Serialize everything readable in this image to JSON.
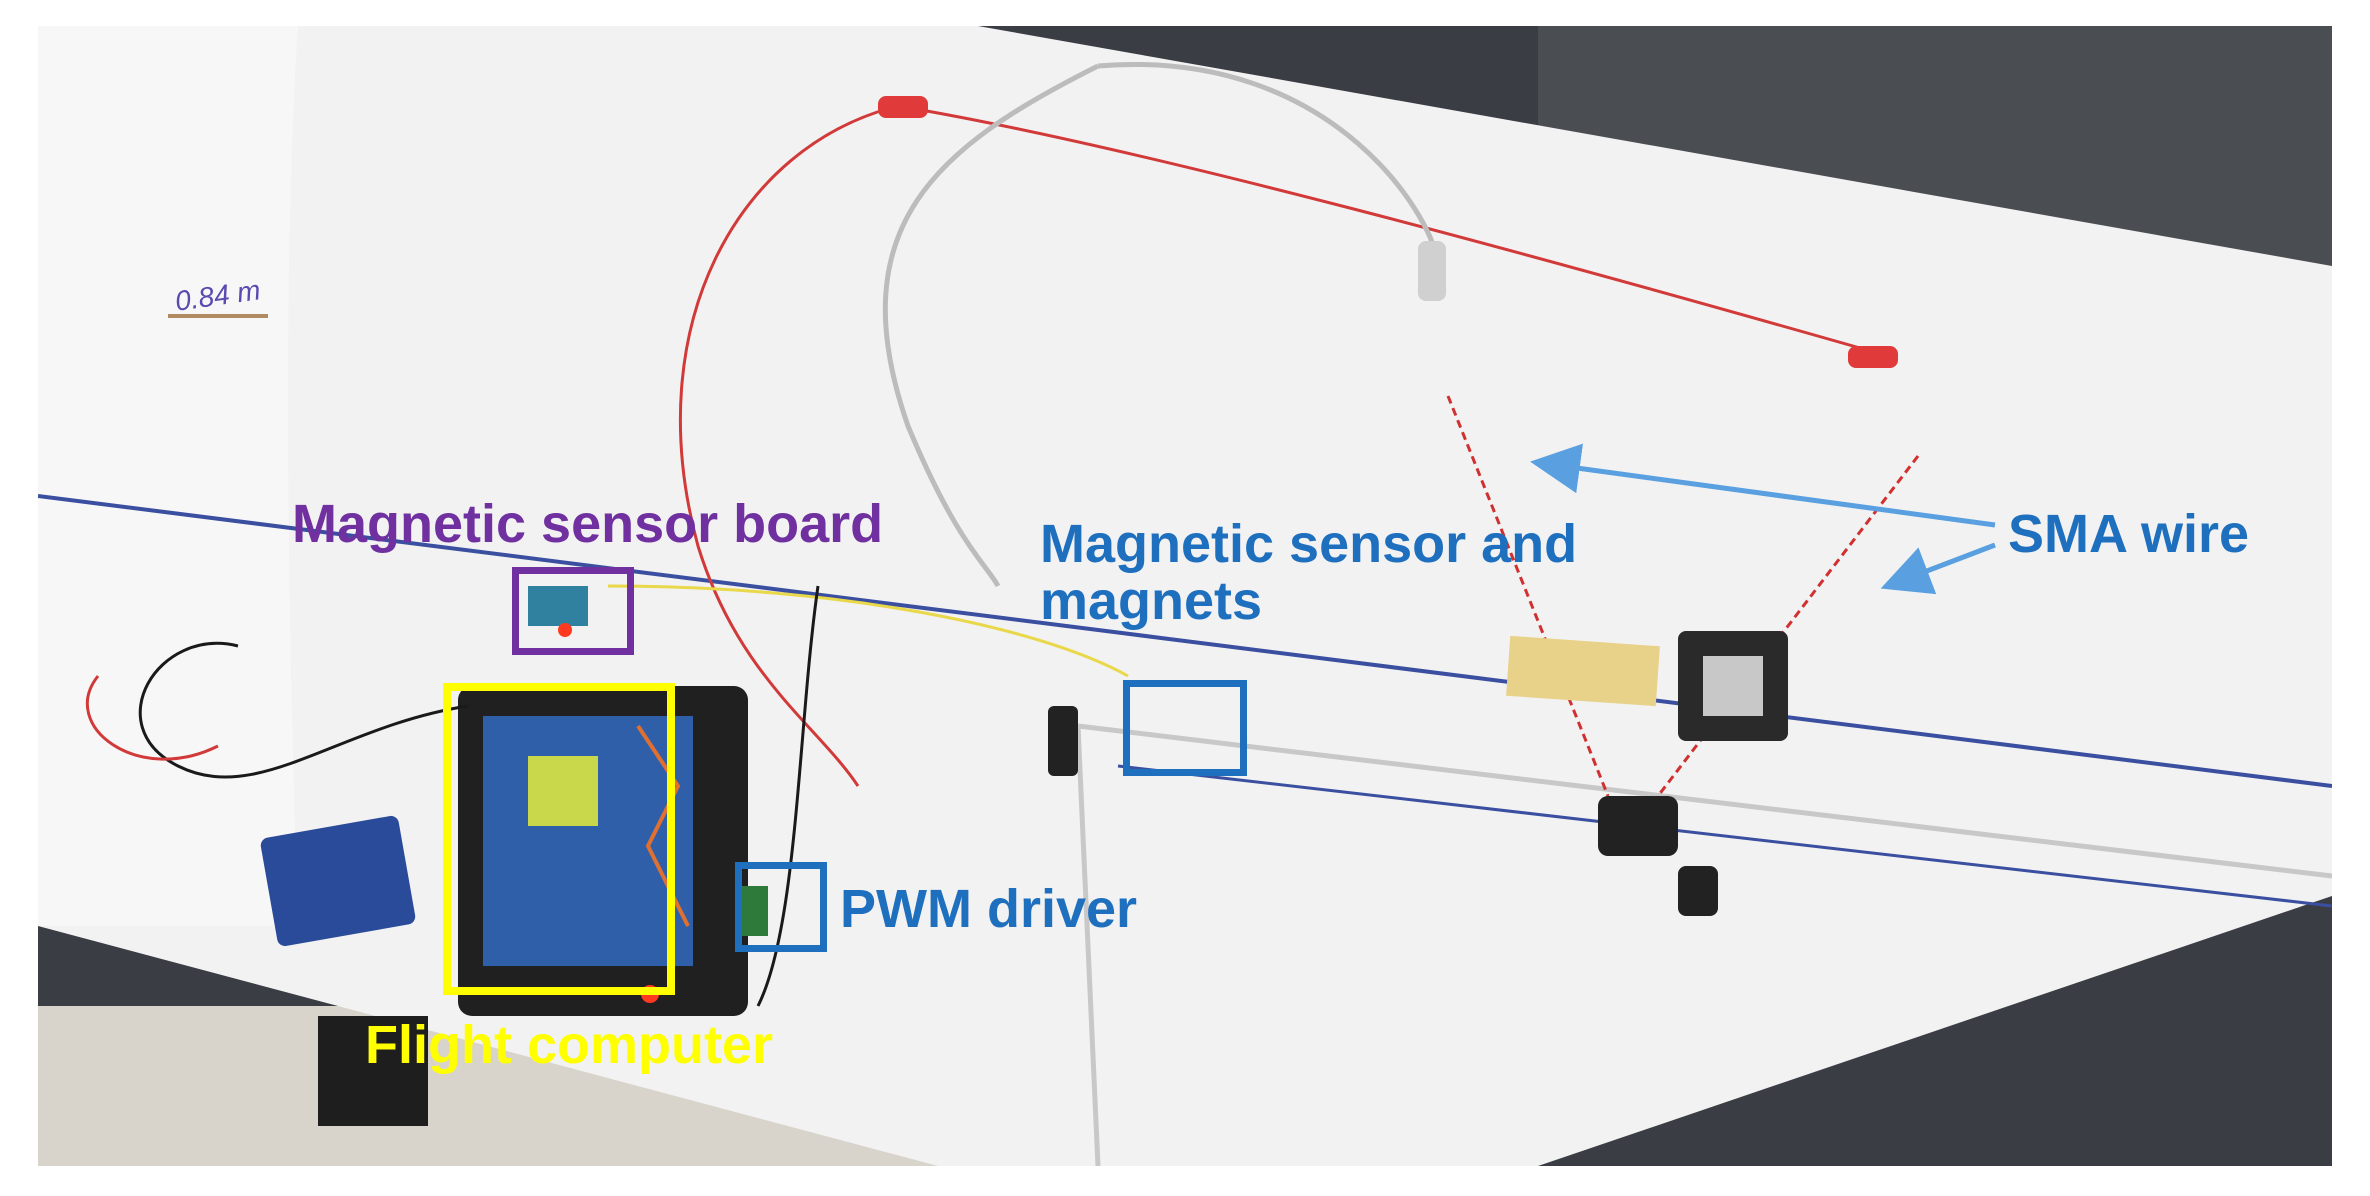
{
  "annotations": {
    "magnetic_sensor_board": {
      "text": "Magnetic sensor board",
      "color": "#7030a0"
    },
    "magnetic_sensor_and_magnets": {
      "text": "Magnetic sensor and magnets",
      "color": "#1f6fbf"
    },
    "sma_wire": {
      "text": "SMA wire",
      "color": "#1f6fbf"
    },
    "pwm_driver": {
      "text": "PWM driver",
      "color": "#1f6fbf"
    },
    "flight_computer": {
      "text": "Flight computer",
      "color": "#ffff00"
    },
    "handwritten_measurement": {
      "text": "0.84 m"
    }
  },
  "arrow_color": "#5aa0e0"
}
